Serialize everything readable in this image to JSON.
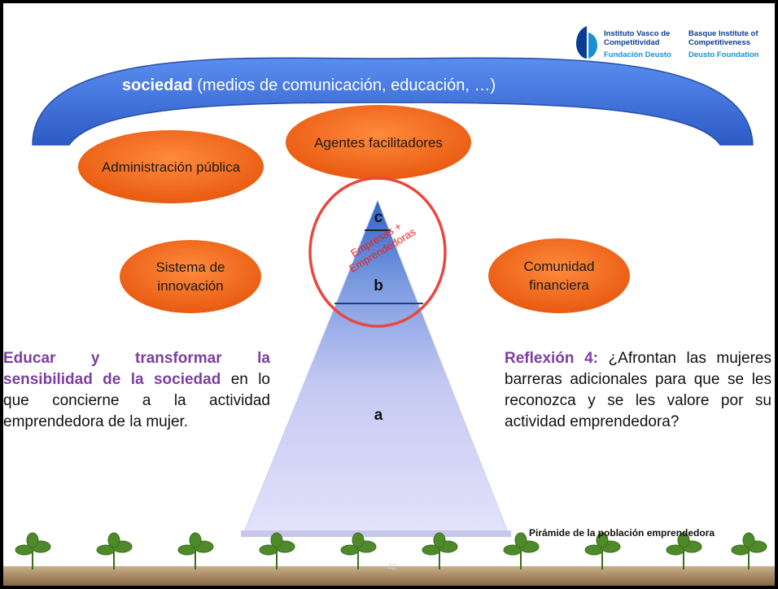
{
  "logo": {
    "es_institute": "Instituto Vasco de Competitividad",
    "en_institute": "Basque Institute of Competitiveness",
    "es_foundation": "Fundación Deusto",
    "en_foundation": "Deusto Foundation"
  },
  "arch": {
    "bold": "sociedad",
    "rest": " (medios de comunicación, educación, …)"
  },
  "ovals": {
    "admin": "Administración pública",
    "agentes": "Agentes facilitadores",
    "innovacion": "Sistema de innovación",
    "financiera": "Comunidad financiera"
  },
  "pyramid": {
    "c": "c",
    "b": "b",
    "a": "a",
    "tilted_line1": "Empresas +",
    "tilted_line2": "Emprendedoras"
  },
  "left_text": {
    "highlight": "Educar y transformar la sensibilidad de la sociedad",
    "rest": " en lo que concierne a la actividad emprendedora de la mujer."
  },
  "right_text": {
    "highlight": "Reflexión 4:",
    "rest": " ¿Afrontan las mujeres barreras adicionales para que se les reconozca y se les valore por su actividad emprendedora?"
  },
  "caption": "Pirámide de la población emprendedora",
  "page_number": "42",
  "colors": {
    "arch": "#3b6fd8",
    "oval": "#f26a1b",
    "circle": "#e8483f",
    "purple": "#7b3fa0"
  }
}
